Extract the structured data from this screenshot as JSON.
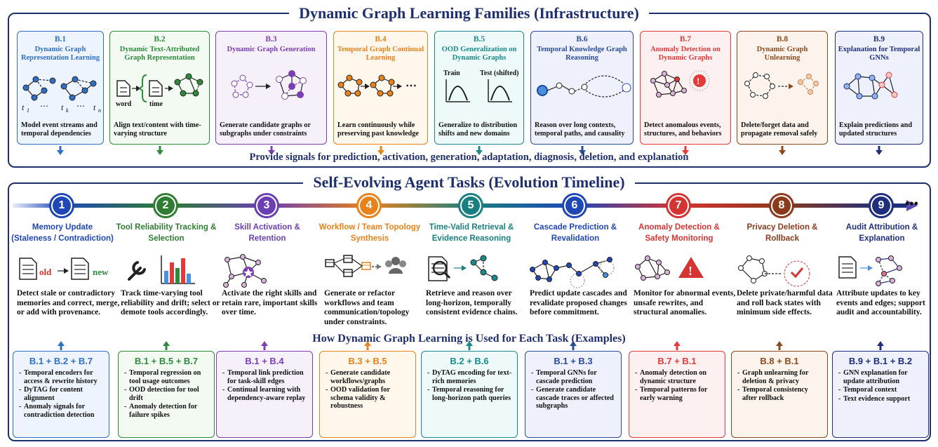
{
  "top_panel": {
    "title": "Dynamic Graph Learning Families (Infrastructure)",
    "signals": "Provide signals for prediction, activation, generation, adaptation, diagnosis, deletion, and explanation",
    "cards": [
      {
        "code": "B.1",
        "name": "Dynamic Graph Representation Learning",
        "desc": "Model event streams and temporal dependencies",
        "color": "#2f6fc4",
        "bg": "#eef4fd",
        "labels": [
          "t",
          "1",
          "⋯",
          "t",
          "k",
          "⋯",
          "t",
          "n"
        ]
      },
      {
        "code": "B.2",
        "name": "Dynamic Text-Attributed Graph Representation",
        "desc": "Align text/content with time-varying structure",
        "color": "#2e8b3e",
        "bg": "#f2faf2",
        "labels": [
          "word",
          "time"
        ]
      },
      {
        "code": "B.3",
        "name": "Dynamic Graph Generation",
        "desc": "Generate candidate graphs or subgraphs under constraints",
        "color": "#7b3fb3",
        "bg": "#f6f0fb"
      },
      {
        "code": "B.4",
        "name": "Temporal Graph Continual Learning",
        "desc": "Learn continuously while preserving past knowledge",
        "color": "#e8821a",
        "bg": "#fff6ec",
        "labels": [
          "⋯"
        ]
      },
      {
        "code": "B.5",
        "name": "OOD Generalization on Dynamic Graphs",
        "desc": "Generalize to distribution shifts and new domains",
        "color": "#1a8a8a",
        "bg": "#eefafa",
        "labels": [
          "Train",
          "Test (shifted)"
        ]
      },
      {
        "code": "B.6",
        "name": "Temporal Knowledge Graph Reasoning",
        "desc": "Reason over long contexts, temporal paths, and causality",
        "color": "#2a4a9e",
        "bg": "#eef1fb"
      },
      {
        "code": "B.7",
        "name": "Anomaly Detection on Dynamic Graphs",
        "desc": "Detect anomalous events, structures, and behaviors",
        "color": "#e03a3a",
        "bg": "#fdf0f0",
        "labels": [
          "!"
        ]
      },
      {
        "code": "B.8",
        "name": "Dynamic Graph Unlearning",
        "desc": "Delete/forget data and propagate removal safely",
        "color": "#8b4a1c",
        "bg": "#fbf3ec"
      },
      {
        "code": "B.9",
        "name": "Explanation for Temporal GNNs",
        "desc": "Explain predictions and updated structures",
        "color": "#1f2f7e",
        "bg": "#eef1fb"
      }
    ]
  },
  "bottom_panel": {
    "title": "Self-Evolving Agent Tasks (Evolution Timeline)",
    "how_title": "How Dynamic Graph Learning is Used for Each Task (Examples)",
    "ellipsis": "•••",
    "tasks": [
      {
        "num": "1",
        "title": "Memory Update (Staleness / Contradiction)",
        "desc": "Detect stale or contradictory memories and correct, merge, or add with provenance.",
        "color": "#1f47b5",
        "labels": [
          "old",
          "new"
        ]
      },
      {
        "num": "2",
        "title": "Tool Reliability Tracking & Selection",
        "desc": "Track time-varying tool reliability and drift; select or demote tools accordingly.",
        "color": "#2e7d32"
      },
      {
        "num": "3",
        "title": "Skill Activation & Retention",
        "desc": "Activate the right skills and retain rare, important skills over time.",
        "color": "#6a3fb3"
      },
      {
        "num": "4",
        "title": "Workflow / Team Topology Synthesis",
        "desc": "Generate or refactor workflows and team communication/topology under constraints.",
        "color": "#e8821a"
      },
      {
        "num": "5",
        "title": "Time-Valid Retrieval & Evidence Reasoning",
        "desc": "Retrieve and reason over long-horizon, temporally consistent evidence chains.",
        "color": "#1a7f80"
      },
      {
        "num": "6",
        "title": "Cascade Prediction & Revalidation",
        "desc": "Predict update cascades and revalidate proposed changes before commitment.",
        "color": "#1f47b5"
      },
      {
        "num": "7",
        "title": "Anomaly Detection & Safety Monitoring",
        "desc": "Monitor for abnormal events, unsafe rewrites, and structural anomalies.",
        "color": "#d63333",
        "labels": [
          "!"
        ]
      },
      {
        "num": "8",
        "title": "Privacy Deletion & Rollback",
        "desc": "Delete private/harmful data and roll back states with minimum side effects.",
        "color": "#8b3a1c"
      },
      {
        "num": "9",
        "title": "Audit Attribution & Explanation",
        "desc": "Attribute updates to key events and edges; support audit and accountability.",
        "color": "#1f2f7e"
      }
    ],
    "examples": [
      {
        "combo": "B.1 + B.2 + B.7",
        "items": [
          "Temporal encoders for access & rewrite history",
          "DyTAG for content alignment",
          "Anomaly signals for contradiction detection"
        ],
        "color": "#2f6fc4",
        "bg": "#eef4fd"
      },
      {
        "combo": "B.1 + B.5 + B.7",
        "items": [
          "Temporal regression on tool usage outcomes",
          "OOD detection for tool drift",
          "Anomaly detection for failure spikes"
        ],
        "color": "#2e8b3e",
        "bg": "#f2faf2"
      },
      {
        "combo": "B.1 + B.4",
        "items": [
          "Temporal link prediction for task-skill edges",
          "Continual learning with dependency-aware replay"
        ],
        "color": "#7b3fb3",
        "bg": "#f6f0fb"
      },
      {
        "combo": "B.3 + B.5",
        "items": [
          "Generate candidate workflows/graphs",
          "OOD validation for schema validity & robustness"
        ],
        "color": "#e8821a",
        "bg": "#fff6ec"
      },
      {
        "combo": "B.2 + B.6",
        "items": [
          "DyTAG encoding for text-rich memories",
          "Temporal reasoning for long-horizon path queries"
        ],
        "color": "#1a8a8a",
        "bg": "#eefafa"
      },
      {
        "combo": "B.1 + B.3",
        "items": [
          "Temporal GNNs for cascade prediction",
          "Generate candidate cascade traces or affected subgraphs"
        ],
        "color": "#2a4a9e",
        "bg": "#eef1fb"
      },
      {
        "combo": "B.7 + B.1",
        "items": [
          "Anomaly detection on dynamic structure",
          "Temporal patterns for early warning"
        ],
        "color": "#e03a3a",
        "bg": "#fdf0f0"
      },
      {
        "combo": "B.8 + B.1",
        "items": [
          "Graph unlearning for deletion & privacy",
          "Temporal consistency after rollback"
        ],
        "color": "#8b4a1c",
        "bg": "#fbf3ec"
      },
      {
        "combo": "B.9 + B.1 + B.2",
        "items": [
          "GNN explanation for update attribution",
          "Temporal context",
          "Text evidence support"
        ],
        "color": "#1f2f7e",
        "bg": "#eef1fb"
      }
    ]
  }
}
